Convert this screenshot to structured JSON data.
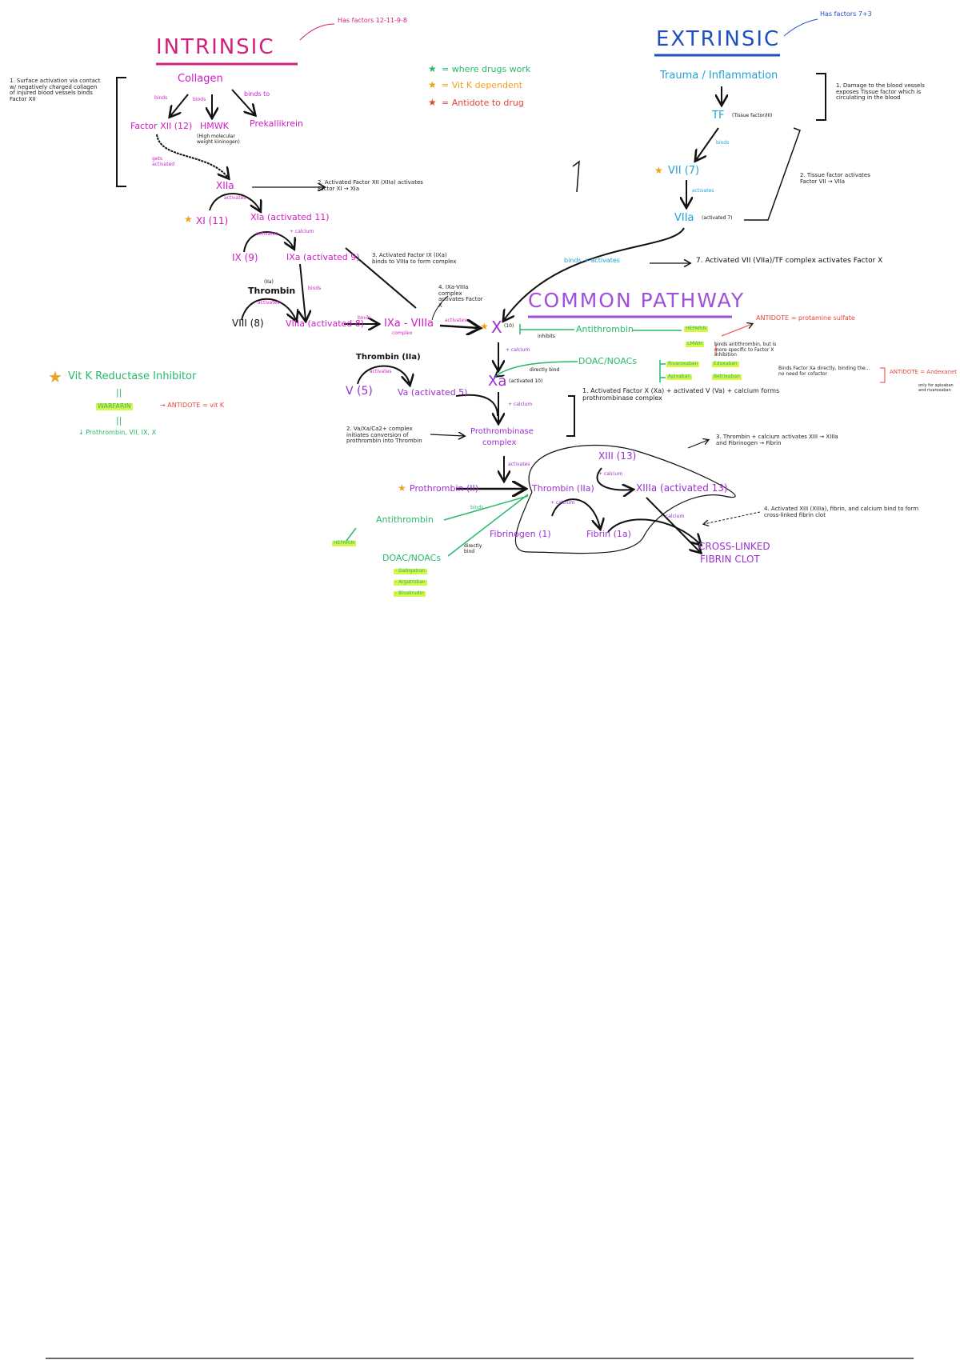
{
  "colors": {
    "intrinsic": "#d0217a",
    "extrinsic": "#1e4fc0",
    "common": "#a050d8",
    "drug": "#27b86a",
    "vitk": "#f0a020",
    "antidote": "#e2463a"
  },
  "legend": [
    "= where drugs work",
    "= Vit K dependent",
    "= Antidote to drug"
  ],
  "intrinsic": {
    "title": "INTRINSIC",
    "factors_note": "Has factors 12-11-9-8",
    "note1": "1. Surface activation via contact w/ negatively charged collagen of injured blood vessels binds Factor XII",
    "collagen": "Collagen",
    "binds1": "binds",
    "binds2": "binds",
    "binds_to": "binds to",
    "factor_xii": "Factor XII (12)",
    "hmwk": "HMWK",
    "hmwk_full": "(High molecular weight kininogen)",
    "prekallikrein": "Prekallikrein",
    "gets_activated": "gets activated",
    "xiia": "XIIa",
    "note2": "2. Activated Factor XII (XIIa) activates Factor XI → XIa",
    "activates1": "activates",
    "xi": "XI (11)",
    "xia": "XIa (activated 11)",
    "activates2": "activates",
    "calcium1": "+ calcium",
    "ix": "IX (9)",
    "ixa": "IXa (activated 9)",
    "note3": "3. Activated Factor IX (IXa) binds to VIIIa to form complex",
    "binds3": "binds",
    "thrombin_iia": "(IIa)",
    "thrombin": "Thrombin",
    "activates3": "activates",
    "viii": "VIII (8)",
    "viiia": "VIIIa (activated 8)",
    "binds4": "binds",
    "complex": "IXa - VIIIa",
    "complex_sub": "complex",
    "note4": "4. IXa-VIIIa complex activates Factor X",
    "activates4": "activates"
  },
  "extrinsic": {
    "title": "EXTRINSIC",
    "factors_note": "Has factors 7+3",
    "trauma": "Trauma / Inflammation",
    "tf": "TF",
    "tf_sub": "(Tissue factor/III)",
    "note1": "1. Damage to the blood vessels exposes Tissue factor which is circulating in the blood",
    "binds": "binds",
    "vii": "VII (7)",
    "activates": "activates",
    "viia": "VIIa",
    "viia_sub": "(activated 7)",
    "note2": "2. Tissue factor activates Factor VII → VIIa",
    "binds_activates": "binds + activates",
    "note7": "7. Activated VII (VIIa)/TF complex activates Factor X"
  },
  "common": {
    "title": "COMMON PATHWAY",
    "x": "X",
    "x_sub": "(10)",
    "inhibits": "inhibits",
    "antithrombin": "Antithrombin",
    "heparin": "HEPARIN",
    "lmwh": "LMWH",
    "antidote1": "ANTIDOTE = protamine sulfate",
    "lmwh_note": "binds antithrombin, but is more specific to Factor X inhibition",
    "calcium2": "+ calcium",
    "directly_bind": "directly bind",
    "doacs": "DOAC/NOACs",
    "drugs_xa": [
      "Rivaroxaban",
      "Apixaban",
      "Edoxaban",
      "Betrixaban"
    ],
    "xa_note": "Binds Factor Xa directly, binding the... no need for cofactor",
    "antidote2": "ANTIDOTE = Andexanet",
    "antidote2_note": "only for apixaban and rivaroxaban",
    "xa": "Xa",
    "xa_sub": "(activated 10)",
    "thrombin2": "Thrombin (IIa)",
    "activates5": "activates",
    "v": "V (5)",
    "va": "Va (activated 5)",
    "calcium3": "+ calcium",
    "note1": "1. Activated Factor X (Xa) + activated V (Va) + calcium forms prothrombinase complex",
    "note2": "2. Va/Xa/Ca2+ complex initiates conversion of prothrombin into Thrombin",
    "prothrombinase": "Prothrombinase",
    "prothrombinase_sub": "complex",
    "activates6": "activates",
    "prothrombin": "Prothrombin (II)",
    "thrombin3": "Thrombin (IIa)",
    "xiii": "XIII (13)",
    "calcium4": "+ calcium",
    "xiiia": "XIIIa (activated 13)",
    "calcium5": "+ calcium",
    "calcium6": "+ calcium",
    "fibrinogen": "Fibrinogen (1)",
    "fibrin": "Fibrin (1a)",
    "clot1": "CROSS-LINKED",
    "clot2": "FIBRIN CLOT",
    "note3": "3. Thrombin + calcium activates XIII → XIIIa and Fibrinogen → Fibrin",
    "note4": "4. Activated XIII (XIIIa), fibrin, and calcium bind to form cross-linked fibrin clot",
    "binds5": "binds",
    "antithrombin2": "Antithrombin",
    "heparin2": "HEPARIN",
    "directly_bind2": "directly bind",
    "doacs2": "DOAC/NOACs",
    "drugs_thrombin": [
      "- Dabigatran",
      "- Argatroban",
      "- Bivalirudin"
    ]
  },
  "vitk": {
    "title": "Vit K Reductase Inhibitor",
    "eq1": "||",
    "warfarin": "WARFARIN",
    "antidote": "→ ANTIDOTE = vit K",
    "eq2": "||",
    "effect": "↓ Prothrombin, VII, IX, X"
  }
}
